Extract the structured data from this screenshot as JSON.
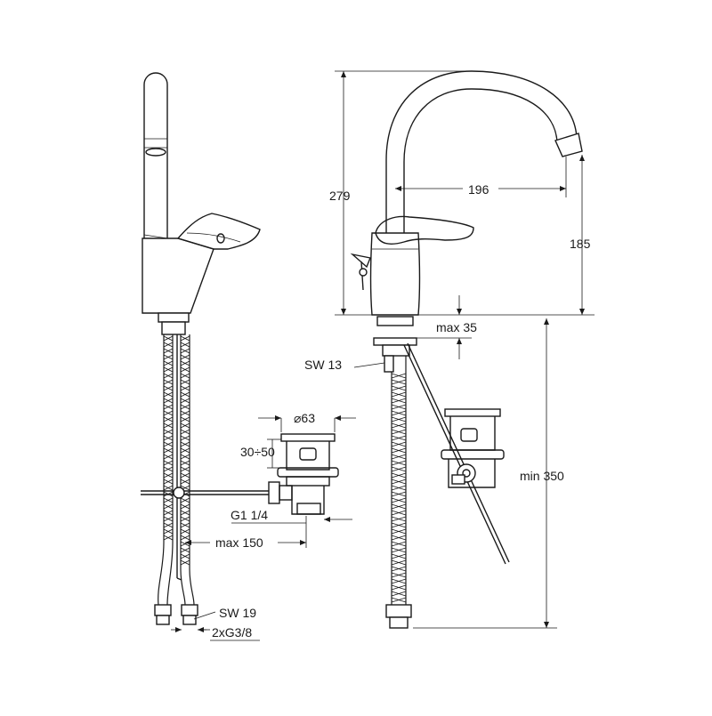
{
  "dimensions": {
    "height_total": "279",
    "spout_reach": "196",
    "spout_height": "185",
    "max_35": "max 35",
    "sw_13": "SW 13",
    "min_350": "min 350",
    "waste_diameter": "⌀63",
    "waste_range": "30÷50",
    "thread_waste": "G1 1/4",
    "max_150": "max 150",
    "sw_19": "SW 19",
    "hose_thread": "2xG3/8"
  },
  "colors": {
    "line": "#1a1a1a",
    "background": "#ffffff"
  }
}
